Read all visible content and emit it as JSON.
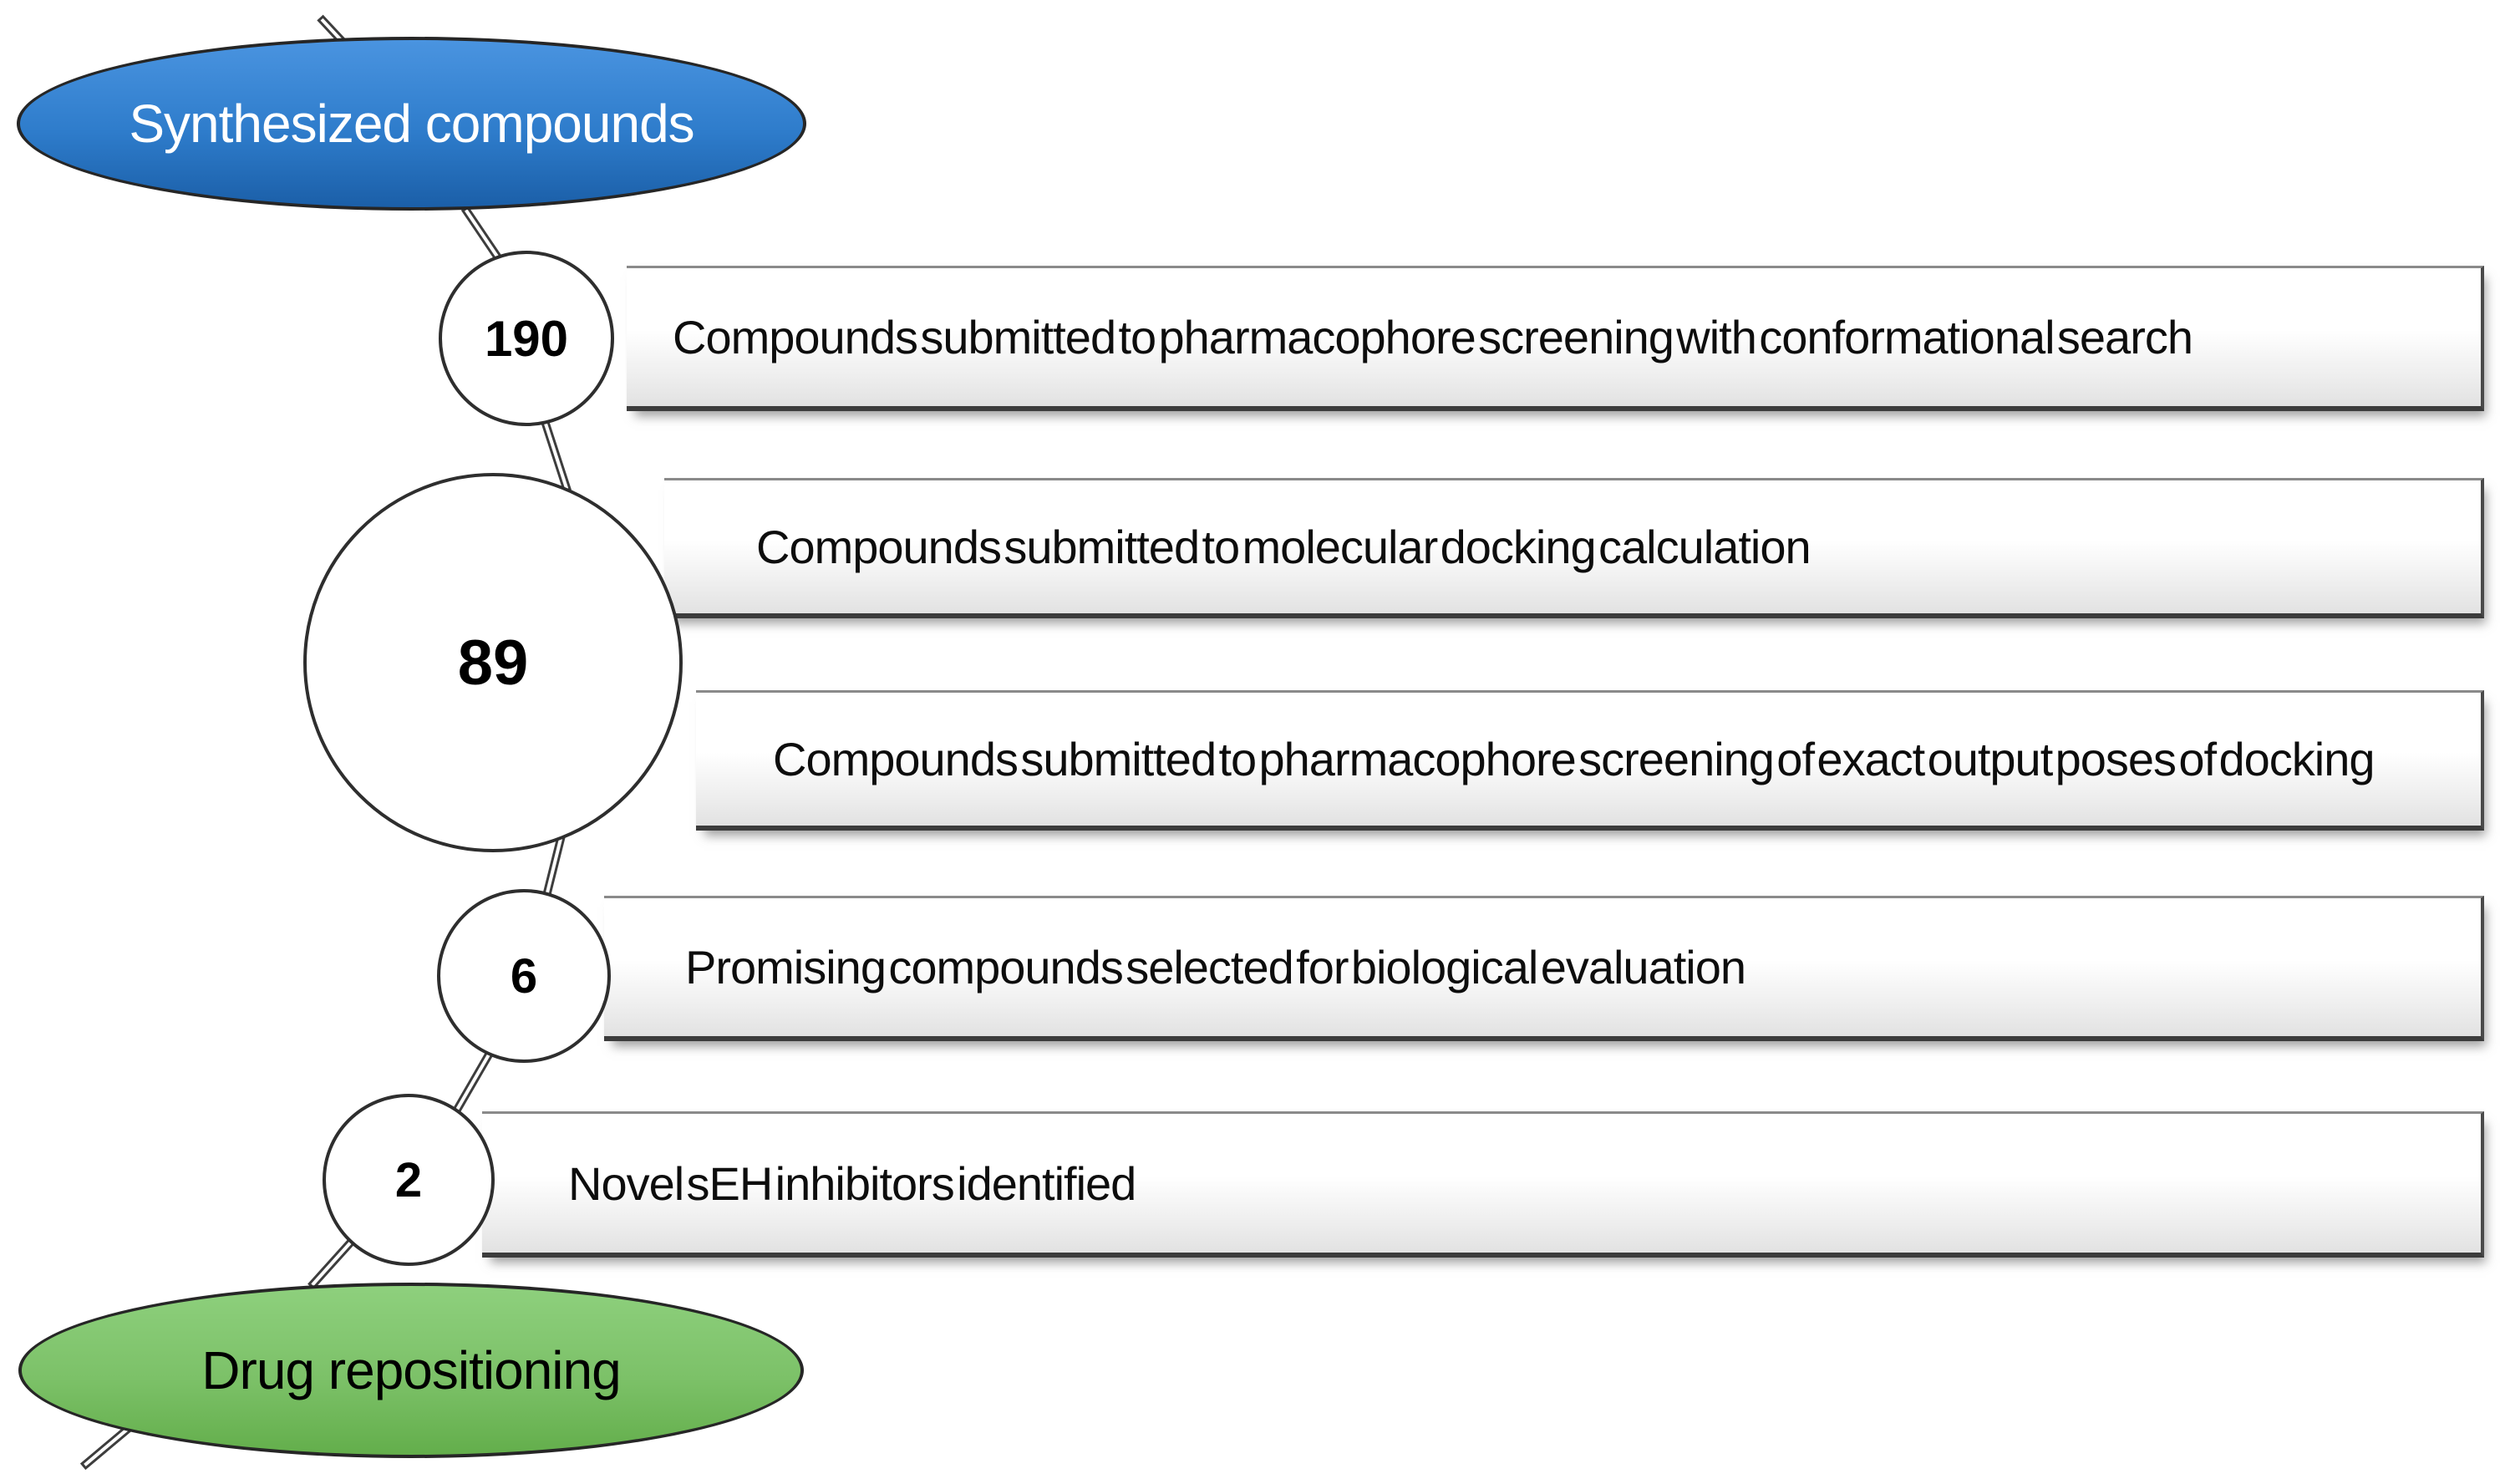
{
  "diagram": {
    "type": "screening-funnel-flow",
    "background_color": "#ffffff",
    "connector_color": "#3d3d3d",
    "start_node": {
      "label": "Synthesized compounds",
      "shape": "ellipse",
      "fill_top": "#4a94e0",
      "fill_bottom": "#1b5fa8",
      "text_color": "#ffffff"
    },
    "end_node": {
      "label": "Drug repositioning",
      "shape": "ellipse",
      "fill_top": "#8ed07d",
      "fill_bottom": "#63ae4b",
      "text_color": "#000000"
    },
    "steps": [
      {
        "count": "190",
        "labels": [
          "Compounds submitted to pharmacophore screening with conformational search"
        ]
      },
      {
        "count": "89",
        "labels": [
          "Compounds submitted to molecular docking calculation",
          "Compounds submitted to pharmacophore screening of exact output poses of docking"
        ]
      },
      {
        "count": "6",
        "labels": [
          "Promising compounds selected for biological evaluation"
        ]
      },
      {
        "count": "2",
        "labels": [
          "Novel sEH inhibitors identified"
        ]
      }
    ]
  }
}
